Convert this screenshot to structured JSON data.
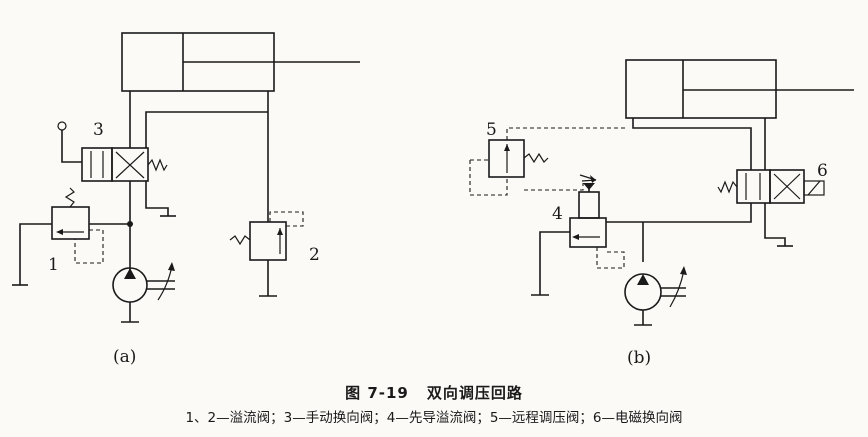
{
  "labels": {
    "a_valve3": "3",
    "a_valve1": "1",
    "a_valve2": "2",
    "a_sub": "(a)",
    "b_valve5": "5",
    "b_valve4": "4",
    "b_valve6": "6",
    "b_sub": "(b)"
  },
  "caption": {
    "figure_number": "图 7-19",
    "title": "双向调压回路",
    "legend": "1、2—溢流阀；3—手动换向阀；4—先导溢流阀；5—远程调压阀；6—电磁换向阀"
  }
}
